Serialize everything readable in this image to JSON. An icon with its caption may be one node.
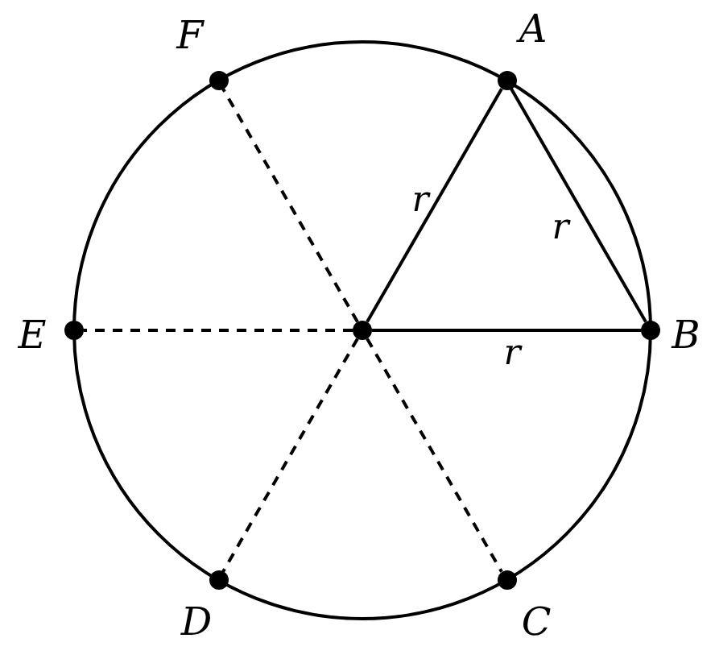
{
  "diagram": {
    "nodes": [
      {
        "text": [
          "A"
        ]
      },
      {
        "text": [
          "B"
        ]
      },
      {
        "text": [
          "C"
        ]
      },
      {
        "text": [
          "D"
        ]
      },
      {
        "text": [
          "E"
        ]
      },
      {
        "text": [
          "F"
        ]
      },
      {
        "text": [],
        "shape": "circle"
      }
    ],
    "edges": [
      {
        "from": 6,
        "to": 0,
        "arrow": "none",
        "label": "r"
      },
      {
        "from": 0,
        "to": 1,
        "arrow": "none",
        "label": "r"
      },
      {
        "from": 6,
        "to": 1,
        "arrow": "none",
        "label": "r"
      },
      {
        "from": 6,
        "to": 2,
        "arrow": "none",
        "style": "dashed"
      },
      {
        "from": 6,
        "to": 3,
        "arrow": "none",
        "style": "dashed"
      },
      {
        "from": 6,
        "to": 4,
        "arrow": "none",
        "style": "dashed"
      },
      {
        "from": 6,
        "to": 5,
        "arrow": "none",
        "style": "dashed"
      }
    ]
  }
}
